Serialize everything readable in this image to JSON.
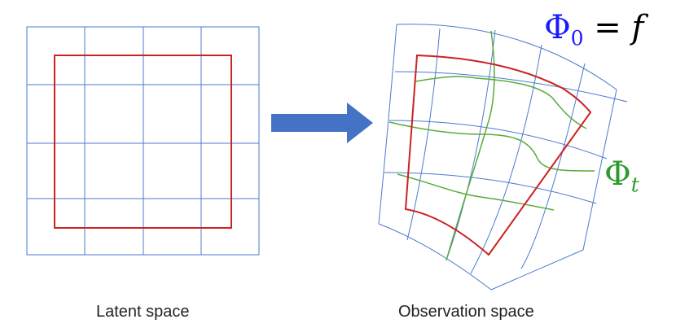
{
  "captions": {
    "latent": "Latent space",
    "observation": "Observation space"
  },
  "labels": {
    "phi0": {
      "symbol": "Φ",
      "subscript": "0",
      "relation": " = ",
      "rhs": "f"
    },
    "phit": {
      "symbol": "Φ",
      "subscript": "t"
    }
  },
  "colors": {
    "grid": "#4a7bd0",
    "region": "#cc2222",
    "arrow": "#4472c4",
    "flow": "#5aab3c",
    "phi0": "#1a1aff",
    "phit": "#2e9a2e",
    "phi0_rhs": "#000000"
  }
}
